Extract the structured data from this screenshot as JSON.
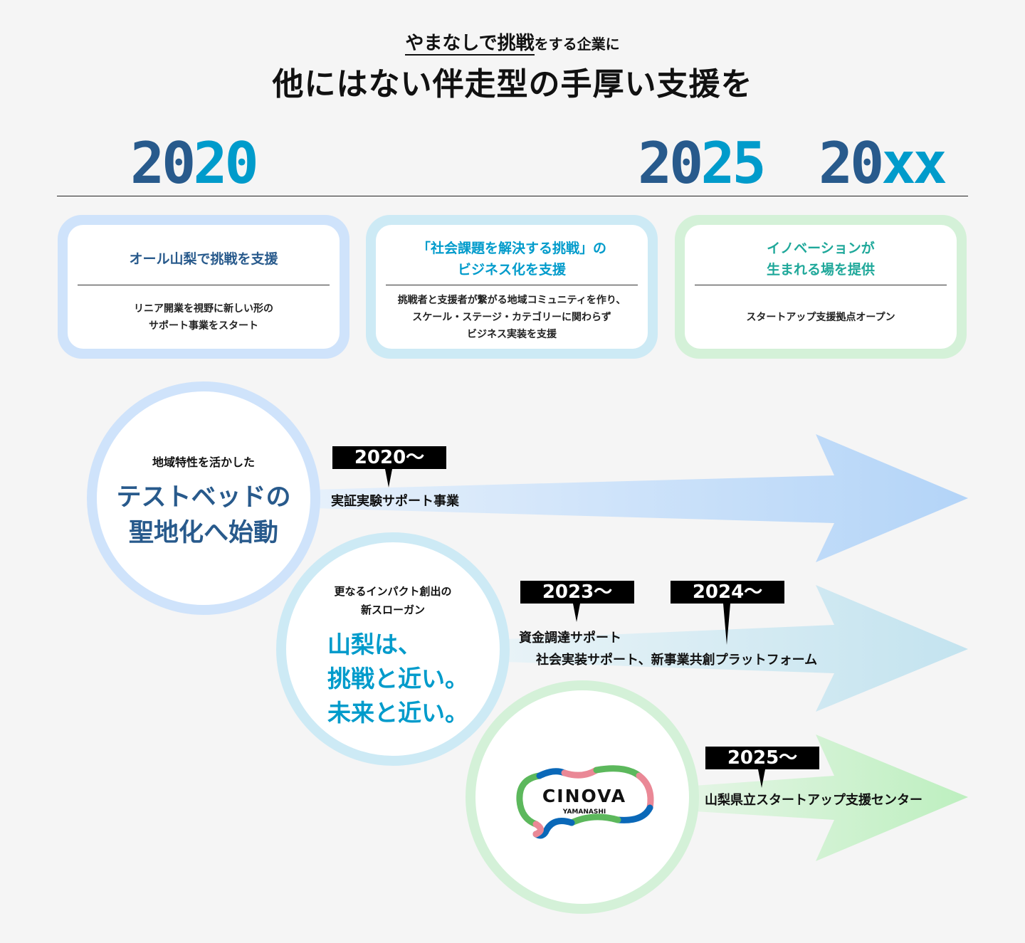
{
  "header": {
    "subtitle_underlined": "やまなしで挑戦",
    "subtitle_rest": "をする企業に",
    "title": "他にはない伴走型の手厚い支援を"
  },
  "years": {
    "y2020_a": "20",
    "y2020_b": "20",
    "y2025_a": "20",
    "y2025_b": "25",
    "yxx_a": "20",
    "yxx_b": "xx"
  },
  "cards": [
    {
      "heading": "オール山梨で挑戦を支援",
      "body": [
        "リニア開業を視野に新しい形の",
        "サポート事業をスタート"
      ]
    },
    {
      "heading": [
        "「社会課題を解決する挑戦」の",
        "ビジネス化を支援"
      ],
      "body": [
        "挑戦者と支援者が繋がる地域コミュニティを作り、",
        "スケール・ステージ・カテゴリーに関わらず",
        "ビジネス実装を支援"
      ]
    },
    {
      "heading": [
        "イノベーションが",
        "生まれる場を提供"
      ],
      "body": [
        "スタートアップ支援拠点オープン"
      ]
    }
  ],
  "circles": [
    {
      "small": "地域特性を活かした",
      "big": [
        "テストベッドの",
        "聖地化へ始動"
      ]
    },
    {
      "small": [
        "更なるインパクト創出の",
        "新スローガン"
      ],
      "big": [
        "山梨は、",
        "挑戦と近い。",
        "未来と近い。"
      ]
    },
    {
      "logo": "CINOVA",
      "logo_sub": "YAMANASHI"
    }
  ],
  "timeline": {
    "t2020": "2020～",
    "l2020": "実証実験サポート事業",
    "t2023": "2023～",
    "l2023": "資金調達サポート",
    "t2024": "2024～",
    "l2024": "社会実装サポート、新事業共創プラットフォーム",
    "t2025": "2025～",
    "l2025": "山梨県立スタートアップ支援センター"
  },
  "colors": {
    "dark_blue": "#285a8c",
    "cyan": "#009bcb",
    "green": "#1fa89a"
  }
}
